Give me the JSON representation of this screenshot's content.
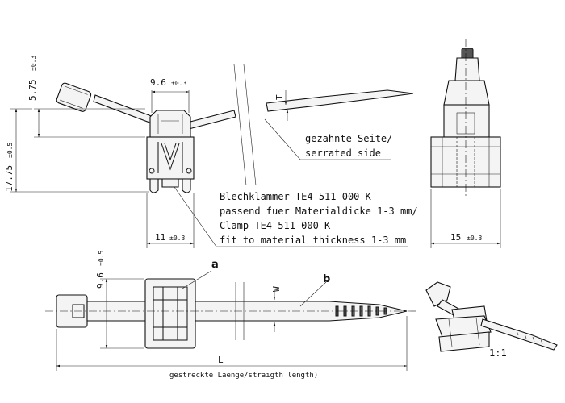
{
  "dimensions": {
    "head_width": {
      "value": "9.6",
      "tol": "±0.3"
    },
    "head_height": {
      "value": "5.75",
      "tol": "±0.3"
    },
    "total_height": {
      "value": "17.75",
      "tol": "±0.5"
    },
    "clip_width": {
      "value": "11",
      "tol": "±0.3"
    },
    "side_width": {
      "value": "15",
      "tol": "±0.3"
    },
    "plan_height": {
      "value": "9.6",
      "tol": "±0.5"
    },
    "thickness_label": "T",
    "width_label": "W",
    "length_label": "L"
  },
  "notes": {
    "serrated_line1": "gezahnte Seite/",
    "serrated_line2": "serrated side",
    "clamp_line1": "Blechklammer TE4-511-000-K",
    "clamp_line2": "passend fuer Materialdicke 1-3 mm/",
    "clamp_line3": "Clamp TE4-511-000-K",
    "clamp_line4": "fit to material thickness 1-3 mm",
    "length_caption": "gestreckte Laenge/straigth length)"
  },
  "callouts": {
    "a": "a",
    "b": "b"
  },
  "scale": "1:1"
}
